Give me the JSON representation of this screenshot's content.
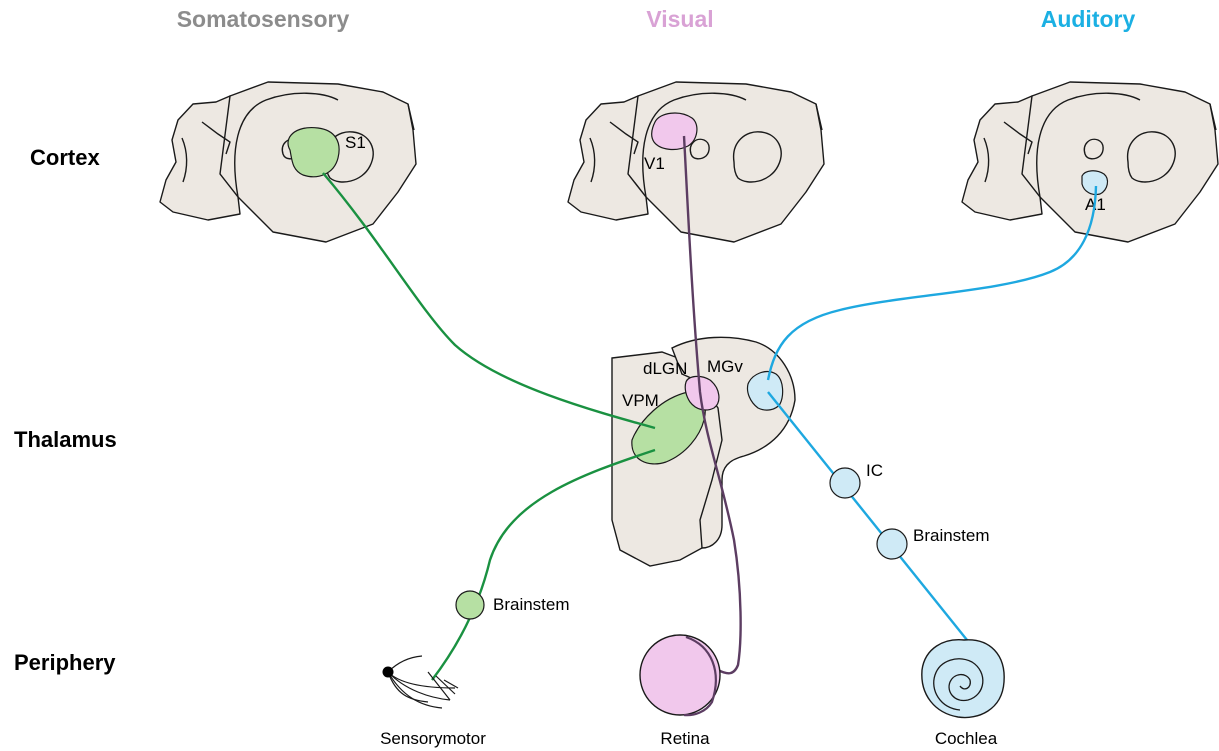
{
  "columns": {
    "somatosensory": {
      "label": "Somatosensory",
      "color": "#8c8c8c"
    },
    "visual": {
      "label": "Visual",
      "color": "#d9a2d5"
    },
    "auditory": {
      "label": "Auditory",
      "color": "#1bb0e3"
    }
  },
  "rows": {
    "cortex": "Cortex",
    "thalamus": "Thalamus",
    "periphery": "Periphery"
  },
  "regions": {
    "s1": "S1",
    "v1": "V1",
    "a1": "A1",
    "dlgn": "dLGN",
    "mgv": "MGv",
    "vpm": "VPM",
    "ic": "IC",
    "brainstem_somato": "Brainstem",
    "brainstem_auditory": "Brainstem"
  },
  "periphery": {
    "somato": "Sensorymotor",
    "visual": "Retina",
    "auditory": "Cochlea"
  },
  "colors": {
    "somato_path": "#1a9141",
    "somato_fill": "#b6e0a3",
    "visual_path": "#5c3d62",
    "visual_fill": "#f1c8ec",
    "auditory_path": "#1ea8e0",
    "auditory_fill": "#cfeaf6",
    "brain_fill": "#ede8e2"
  }
}
